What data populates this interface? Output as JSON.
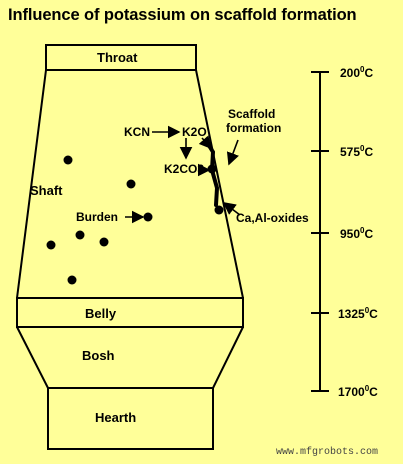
{
  "title": "Influence of potassium on scaffold formation",
  "zones": {
    "throat": "Throat",
    "shaft": "Shaft",
    "belly": "Belly",
    "bosh": "Bosh",
    "hearth": "Hearth"
  },
  "labels": {
    "burden": "Burden",
    "kcn": "KCN",
    "k2o": "K2O",
    "k2co3": "K2CO3",
    "scaffold_formation_line1": "Scaffold",
    "scaffold_formation_line2": "formation",
    "ca_al_oxides": "Ca,Al-oxides"
  },
  "temperature_scale": [
    {
      "value": "200",
      "unit_sup": "0",
      "unit": "C"
    },
    {
      "value": "575",
      "unit_sup": "0",
      "unit": "C"
    },
    {
      "value": "950",
      "unit_sup": "0",
      "unit": "C"
    },
    {
      "value": "1325",
      "unit_sup": "0",
      "unit": "C"
    },
    {
      "value": "1700",
      "unit_sup": "0",
      "unit": "C"
    }
  ],
  "watermark": "www.mfgrobots.com",
  "colors": {
    "background": "#ffff99",
    "ink": "#000000"
  }
}
